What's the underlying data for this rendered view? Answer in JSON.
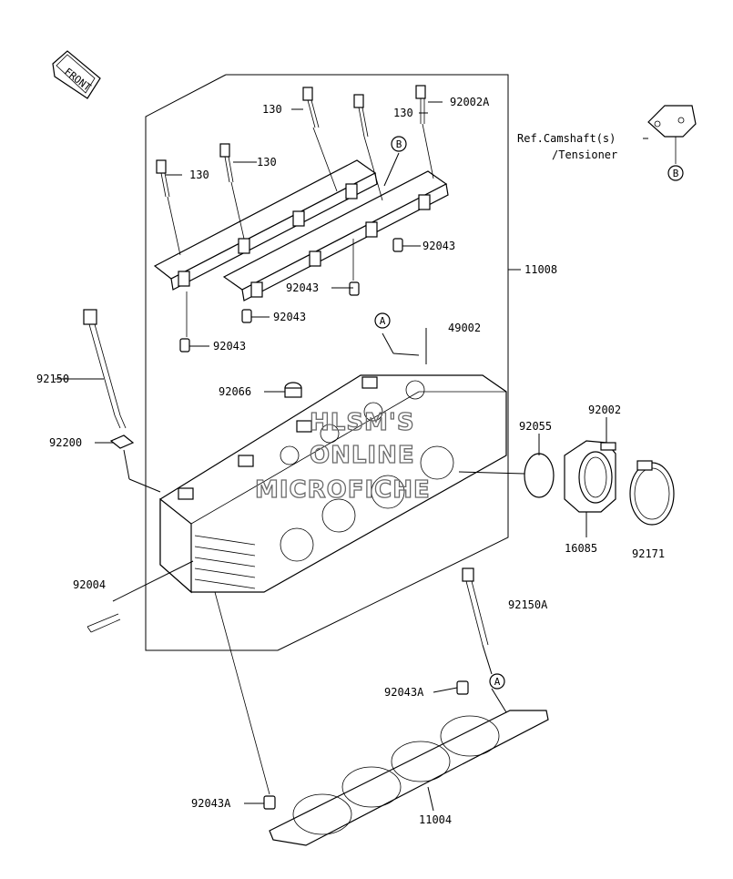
{
  "front_badge": "FRONT",
  "ref_note": {
    "line1": "Ref.Camshaft(s)",
    "line2": "/Tensioner"
  },
  "callouts": {
    "A": "A",
    "B": "B"
  },
  "watermark": {
    "line1": "HLSM'S",
    "line2": "ONLINE",
    "line3": "MICROFICHE"
  },
  "parts": {
    "p130_a": "130",
    "p130_b": "130",
    "p130_c": "130",
    "p130_d": "130",
    "p92002A": "92002A",
    "p92043_a": "92043",
    "p92043_b": "92043",
    "p92043_c": "92043",
    "p92043_d": "92043",
    "p11008": "11008",
    "p49002": "49002",
    "p92150": "92150",
    "p92066": "92066",
    "p92200": "92200",
    "p92055": "92055",
    "p92002": "92002",
    "p16085": "16085",
    "p92171": "92171",
    "p92004": "92004",
    "p92150A": "92150A",
    "p92043A_a": "92043A",
    "p92043A_b": "92043A",
    "p11004": "11004"
  }
}
